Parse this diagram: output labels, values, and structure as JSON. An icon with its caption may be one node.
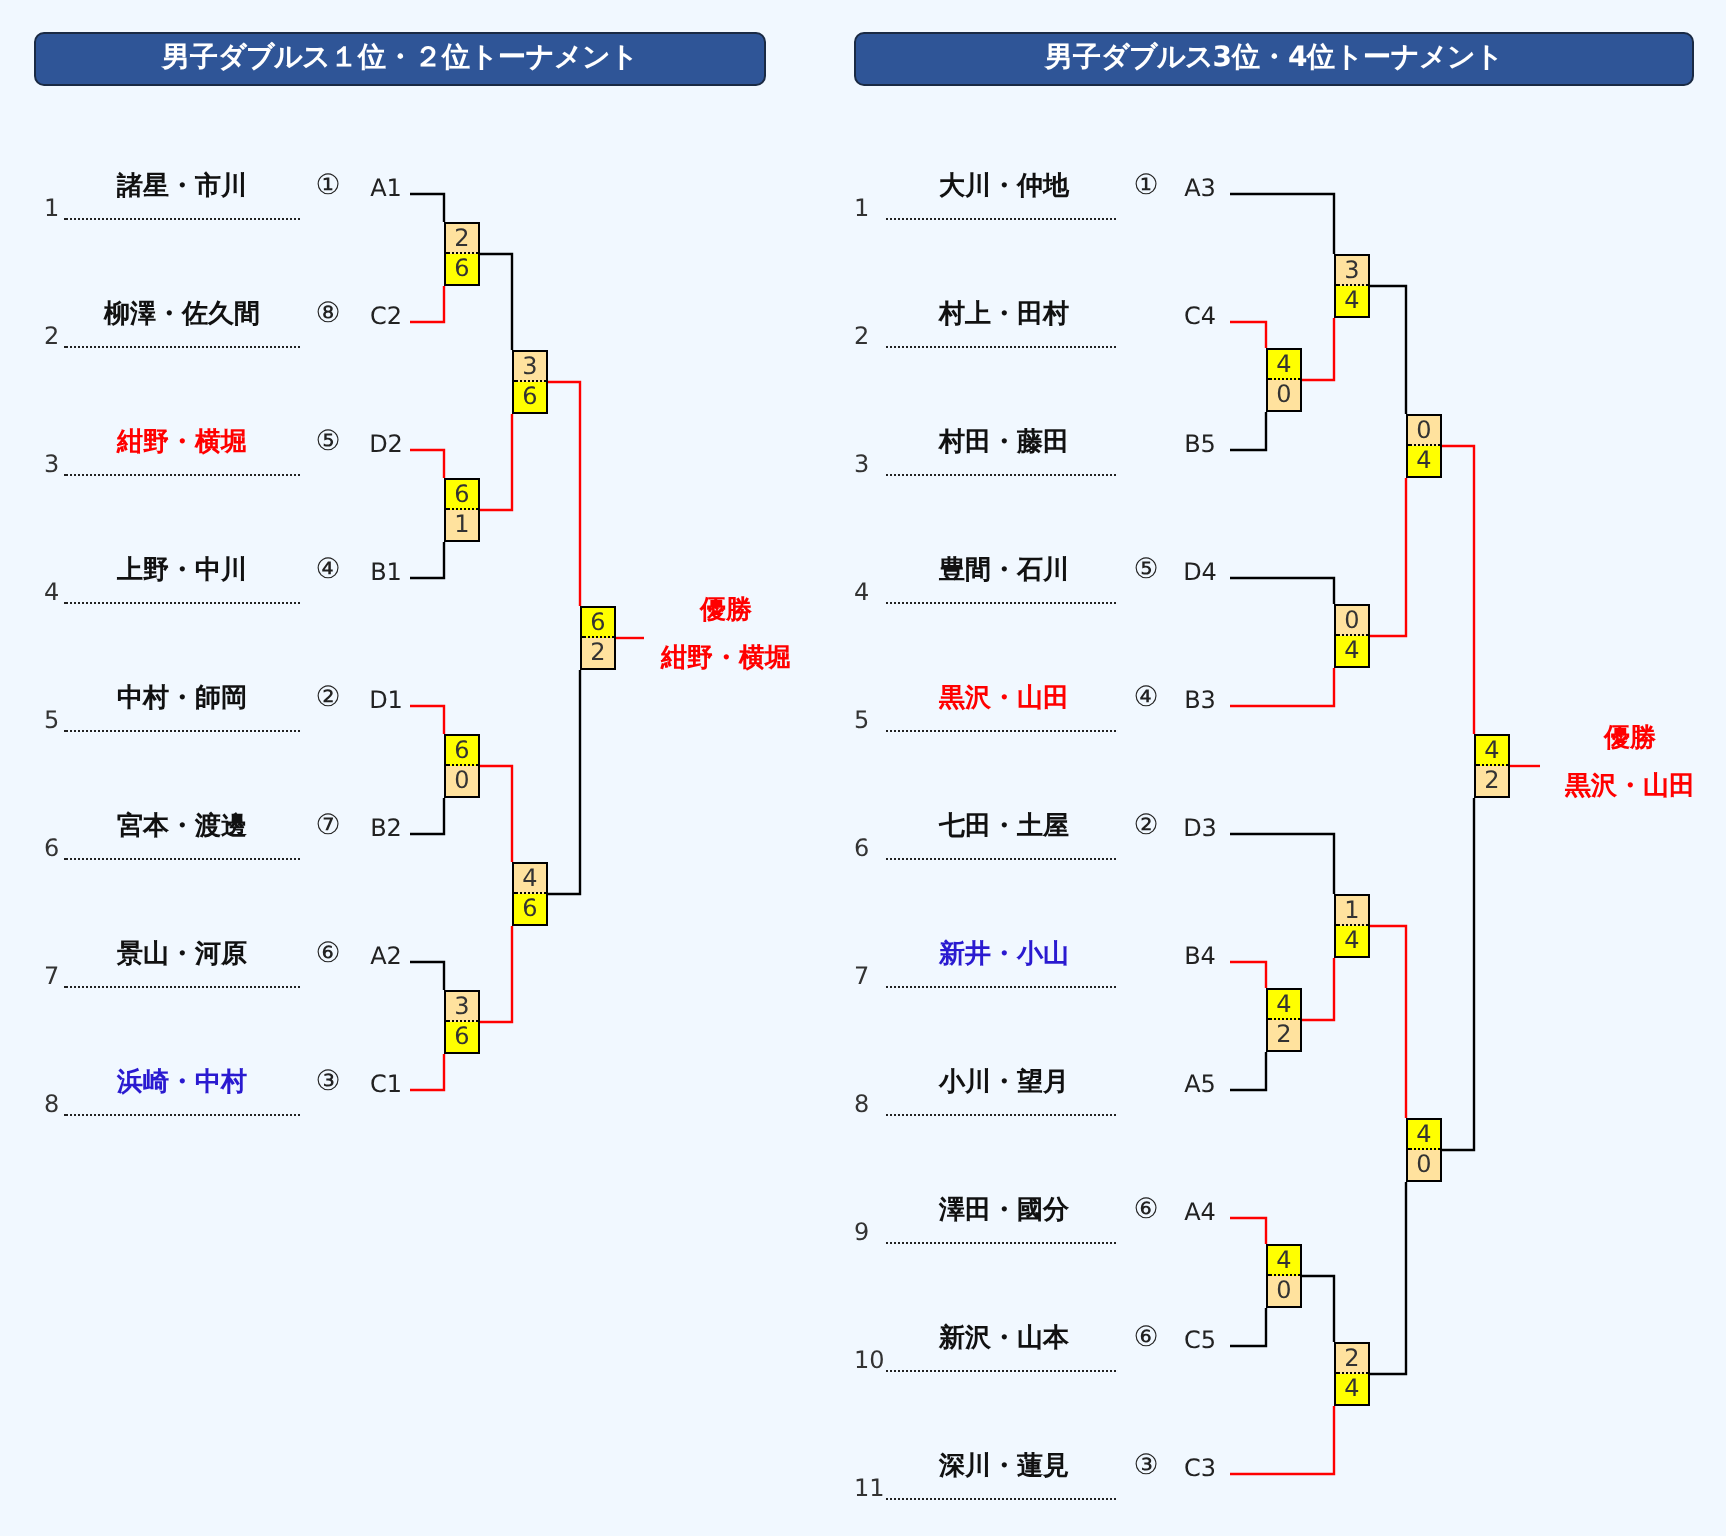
{
  "diagram": {
    "nodes": [
      {
        "text": [
          "男子ダブルス１位・２位トーナメント"
        ]
      },
      {
        "text": [
          "男子ダブルス3位・4位トーナメント"
        ]
      },
      {
        "text": [
          "諸星・市川"
        ],
        "beside": [
          "1",
          "①",
          "A1"
        ]
      },
      {
        "text": [
          "柳澤・佐久間"
        ],
        "beside": [
          "2",
          "⑧",
          "C2"
        ]
      },
      {
        "text": [
          "紺野・横堀"
        ],
        "beside": [
          "3",
          "⑤",
          "D2"
        ]
      },
      {
        "text": [
          "上野・中川"
        ],
        "beside": [
          "4",
          "④",
          "B1"
        ]
      },
      {
        "text": [
          "中村・師岡"
        ],
        "beside": [
          "5",
          "②",
          "D1"
        ]
      },
      {
        "text": [
          "宮本・渡邊"
        ],
        "beside": [
          "6",
          "⑦",
          "B2"
        ]
      },
      {
        "text": [
          "景山・河原"
        ],
        "beside": [
          "7",
          "⑥",
          "A2"
        ]
      },
      {
        "text": [
          "浜崎・中村"
        ],
        "beside": [
          "8",
          "③",
          "C1"
        ]
      },
      {
        "text": [
          "2",
          "6"
        ]
      },
      {
        "text": [
          "6",
          "1"
        ]
      },
      {
        "text": [
          "3",
          "6"
        ]
      },
      {
        "text": [
          "6",
          "0"
        ]
      },
      {
        "text": [
          "3",
          "6"
        ]
      },
      {
        "text": [
          "4",
          "6"
        ]
      },
      {
        "text": [
          "6",
          "2"
        ]
      },
      {
        "text": [
          "優勝",
          "紺野・横堀"
        ]
      },
      {
        "text": [
          "大川・仲地"
        ],
        "beside": [
          "1",
          "①",
          "A3"
        ]
      },
      {
        "text": [
          "村上・田村"
        ],
        "beside": [
          "2",
          "C4"
        ]
      },
      {
        "text": [
          "村田・藤田"
        ],
        "beside": [
          "3",
          "B5"
        ]
      },
      {
        "text": [
          "豊間・石川"
        ],
        "beside": [
          "4",
          "⑤",
          "D4"
        ]
      },
      {
        "text": [
          "黒沢・山田"
        ],
        "beside": [
          "5",
          "④",
          "B3"
        ]
      },
      {
        "text": [
          "七田・土屋"
        ],
        "beside": [
          "6",
          "②",
          "D3"
        ]
      },
      {
        "text": [
          "新井・小山"
        ],
        "beside": [
          "7",
          "B4"
        ]
      },
      {
        "text": [
          "小川・望月"
        ],
        "beside": [
          "8",
          "A5"
        ]
      },
      {
        "text": [
          "澤田・國分"
        ],
        "beside": [
          "9",
          "⑥",
          "A4"
        ]
      },
      {
        "text": [
          "新沢・山本"
        ],
        "beside": [
          "10",
          "⑥",
          "C5"
        ]
      },
      {
        "text": [
          "深川・蓮見"
        ],
        "beside": [
          "11",
          "③",
          "C3"
        ]
      },
      {
        "text": [
          "4",
          "0"
        ]
      },
      {
        "text": [
          "3",
          "4"
        ]
      },
      {
        "text": [
          "0",
          "4"
        ]
      },
      {
        "text": [
          "0",
          "4"
        ]
      },
      {
        "text": [
          "4",
          "2"
        ]
      },
      {
        "text": [
          "1",
          "4"
        ]
      },
      {
        "text": [
          "4",
          "0"
        ]
      },
      {
        "text": [
          "2",
          "4"
        ]
      },
      {
        "text": [
          "4",
          "0"
        ]
      },
      {
        "text": [
          "4",
          "2"
        ]
      },
      {
        "text": [
          "優勝",
          "黒沢・山田"
        ]
      }
    ],
    "edges": [
      {
        "from": 2,
        "to": 10,
        "arrow": "none",
        "color": "#000000"
      },
      {
        "from": 3,
        "to": 10,
        "arrow": "none"
      },
      {
        "from": 4,
        "to": 11,
        "arrow": "none"
      },
      {
        "from": 5,
        "to": 11,
        "arrow": "none",
        "color": "#000000"
      },
      {
        "from": 10,
        "to": 12,
        "arrow": "none",
        "color": "#000000"
      },
      {
        "from": 11,
        "to": 12,
        "arrow": "none"
      },
      {
        "from": 6,
        "to": 13,
        "arrow": "none"
      },
      {
        "from": 7,
        "to": 13,
        "arrow": "none",
        "color": "#000000"
      },
      {
        "from": 8,
        "to": 14,
        "arrow": "none",
        "color": "#000000"
      },
      {
        "from": 9,
        "to": 14,
        "arrow": "none"
      },
      {
        "from": 13,
        "to": 15,
        "arrow": "none"
      },
      {
        "from": 14,
        "to": 15,
        "arrow": "none"
      },
      {
        "from": 12,
        "to": 16,
        "arrow": "none"
      },
      {
        "from": 15,
        "to": 16,
        "arrow": "none",
        "color": "#000000"
      },
      {
        "from": 16,
        "to": 17,
        "arrow": "none"
      },
      {
        "from": 18,
        "to": 30,
        "arrow": "none",
        "color": "#000000"
      },
      {
        "from": 19,
        "to": 29,
        "arrow": "none"
      },
      {
        "from": 20,
        "to": 29,
        "arrow": "none",
        "color": "#000000"
      },
      {
        "from": 29,
        "to": 30,
        "arrow": "none"
      },
      {
        "from": 21,
        "to": 31,
        "arrow": "none",
        "color": "#000000"
      },
      {
        "from": 22,
        "to": 31,
        "arrow": "none"
      },
      {
        "from": 30,
        "to": 32,
        "arrow": "none",
        "color": "#000000"
      },
      {
        "from": 31,
        "to": 32,
        "arrow": "none"
      },
      {
        "from": 23,
        "to": 34,
        "arrow": "none",
        "color": "#000000"
      },
      {
        "from": 24,
        "to": 33,
        "arrow": "none"
      },
      {
        "from": 25,
        "to": 33,
        "arrow": "none",
        "color": "#000000"
      },
      {
        "from": 33,
        "to": 34,
        "arrow": "none"
      },
      {
        "from": 26,
        "to": 35,
        "arrow": "none"
      },
      {
        "from": 27,
        "to": 35,
        "arrow": "none",
        "color": "#000000"
      },
      {
        "from": 35,
        "to": 36,
        "arrow": "none",
        "color": "#000000"
      },
      {
        "from": 28,
        "to": 36,
        "arrow": "none"
      },
      {
        "from": 34,
        "to": 37,
        "arrow": "none"
      },
      {
        "from": 36,
        "to": 37,
        "arrow": "none",
        "color": "#000000"
      },
      {
        "from": 32,
        "to": 38,
        "arrow": "none"
      },
      {
        "from": 37,
        "to": 38,
        "arrow": "none",
        "color": "#000000"
      },
      {
        "from": 38,
        "to": 39,
        "arrow": "none"
      }
    ]
  }
}
